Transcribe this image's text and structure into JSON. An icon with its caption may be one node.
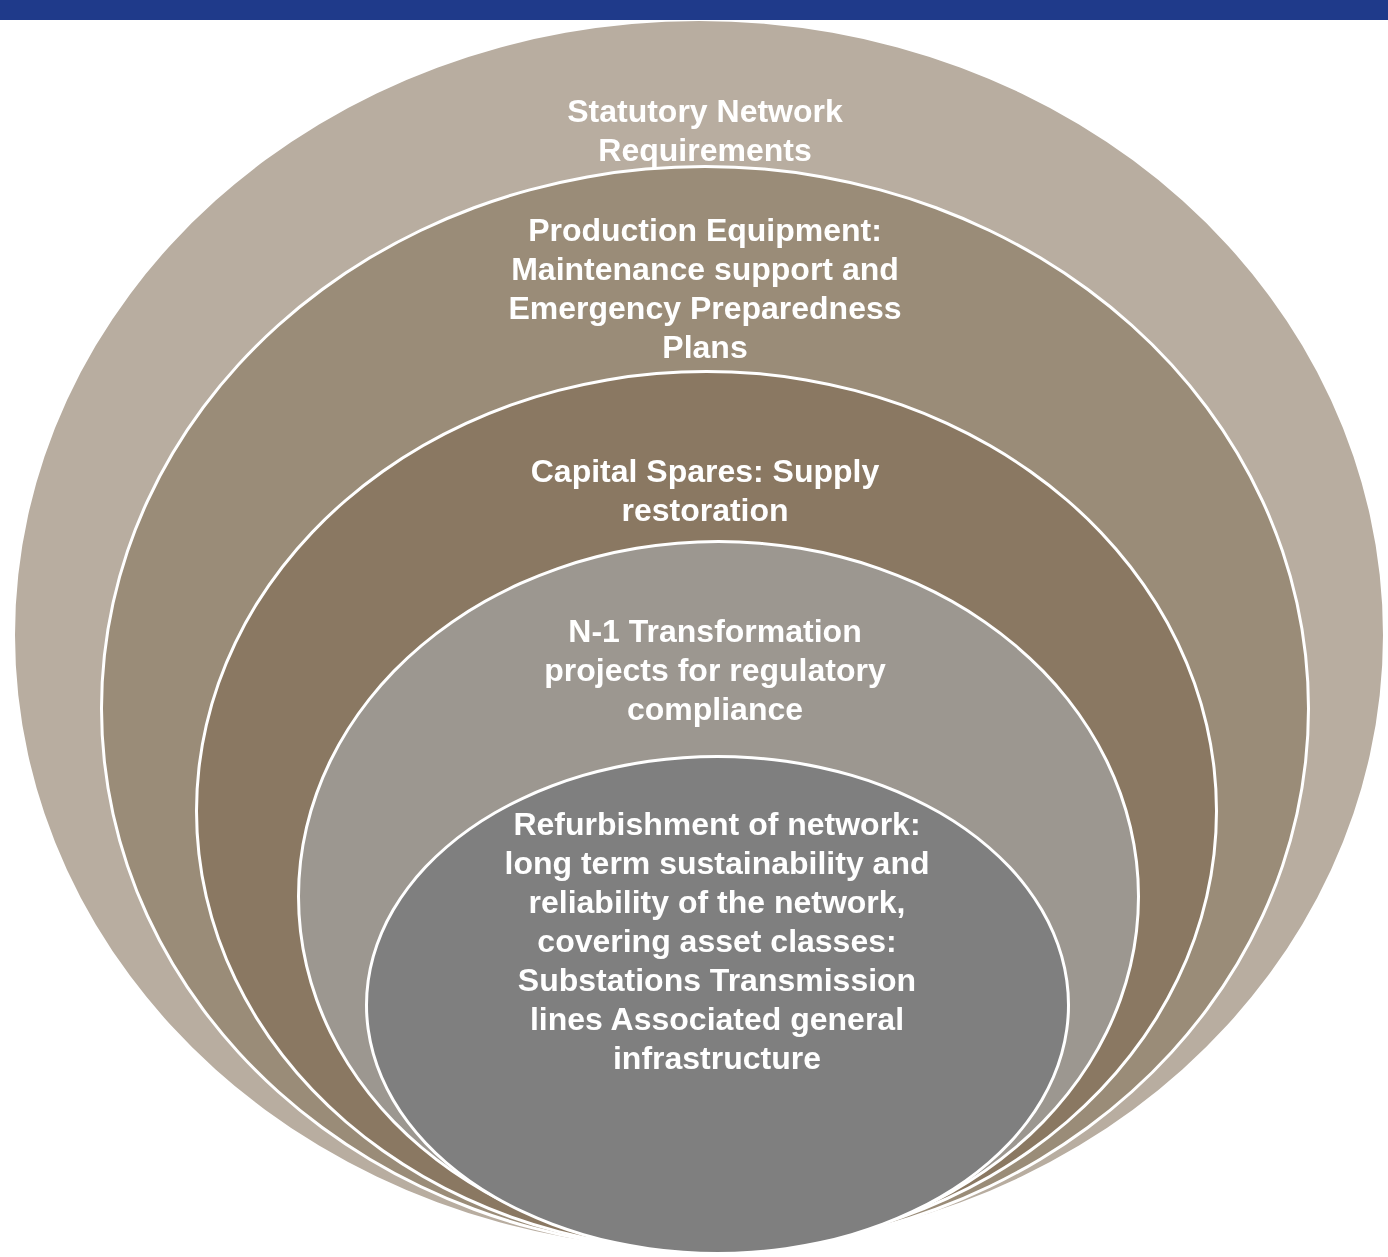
{
  "diagram": {
    "nodes": [
      {
        "text": [
          "Statutory Network Requirements"
        ]
      },
      {
        "text": [
          "Production Equipment: Maintenance support and Emergency Preparedness Plans"
        ],
        "in": 0
      },
      {
        "text": [
          "Capital Spares: Supply restoration"
        ],
        "in": 1
      },
      {
        "text": [
          "N-1 Transformation projects for regulatory compliance"
        ],
        "in": 2
      },
      {
        "text": [
          "Refurbishment of network: long term sustainability and reliability of the network, covering asset classes: Substations Transmission lines Associated general infrastructure"
        ],
        "in": 3
      }
    ]
  }
}
